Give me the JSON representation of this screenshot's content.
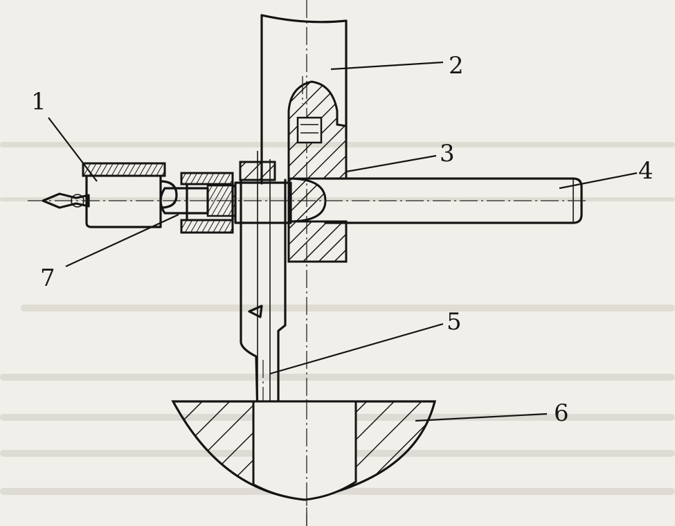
{
  "callouts": {
    "c1": "1",
    "c2": "2",
    "c3": "3",
    "c4": "4",
    "c5": "5",
    "c6": "6",
    "c7": "7"
  },
  "colors": {
    "ink": "#141414",
    "paper": "#f1efe9",
    "bleed_through_text": "#cfccc3"
  }
}
